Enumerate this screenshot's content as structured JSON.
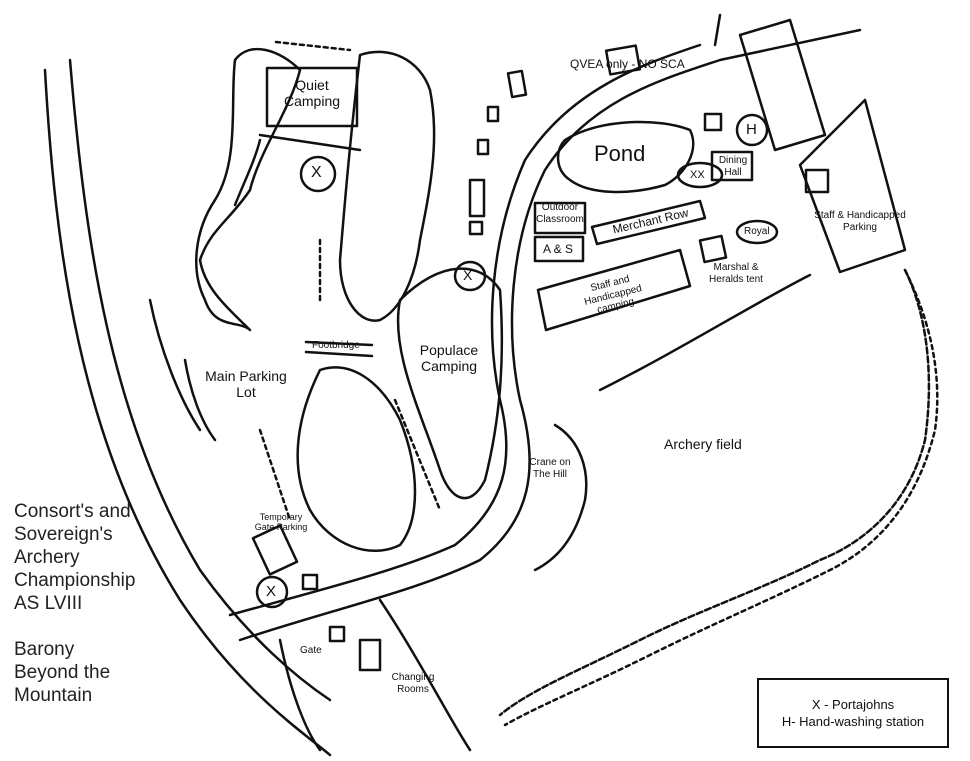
{
  "map": {
    "header_sign": "QVEA only - NO SCA",
    "areas": {
      "quiet_camping": "Quiet Camping",
      "main_parking_lot": "Main Parking Lot",
      "footbridge": "Footbridge",
      "populace_camping": "Populace Camping",
      "pond": "Pond",
      "outdoor_classroom": "Outdoor Classroom",
      "a_and_s": "A & S",
      "merchant_row": "Merchant Row",
      "staff_camping": "Staff and Handicapped camping",
      "dining_hall": "Dining Hall",
      "royal": "Royal",
      "marshal_tent": "Marshal & Heralds tent",
      "staff_parking": "Staff & Handicapped Parking",
      "archery_field": "Archery field",
      "crane_on_hill": "Crane on The Hill",
      "temporary_gate_parking": "Temporary Gate Parking",
      "gate": "Gate",
      "changing_rooms": "Changing Rooms"
    },
    "markers": {
      "portajohn": "X",
      "handwash": "H",
      "double_portajohn": "XX"
    },
    "title_lines": [
      "Consort's and",
      "Sovereign's",
      "Archery",
      "Championship",
      "AS LVIII",
      "",
      "Barony",
      "Beyond the",
      "Mountain"
    ],
    "legend": {
      "portajohns": "X - Portajohns",
      "handwash": "H- Hand-washing station"
    }
  }
}
